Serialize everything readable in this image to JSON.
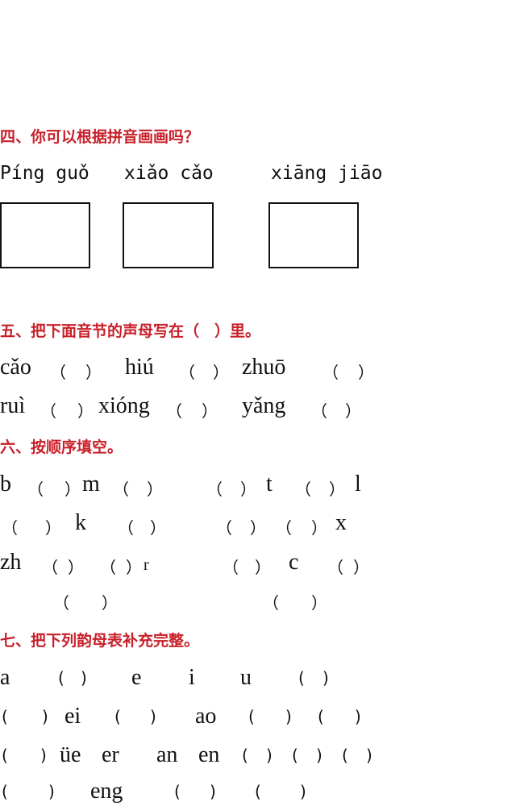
{
  "section4": {
    "title": "四、你可以根据拼音画画吗？",
    "words": [
      "Píng guǒ",
      "xiǎo cǎo",
      "xiāng jiāo"
    ]
  },
  "section5": {
    "title": "五、把下面音节的声母写在（　）里。",
    "row1": [
      "cǎo",
      "（",
      "）",
      "hiú",
      "（",
      "）",
      "zhuō",
      "（",
      "）"
    ],
    "row2": [
      "ruì",
      "（",
      "）",
      "xióng",
      "（",
      "）",
      "yǎng",
      "（",
      "）"
    ]
  },
  "section6": {
    "title": "六、按顺序填空。",
    "row1": [
      "b",
      "（",
      "）",
      "m",
      "（",
      "）",
      "（",
      "）",
      "t",
      "（",
      "）",
      "l"
    ],
    "row2": [
      "（",
      "）",
      "k",
      "（",
      "）",
      "（",
      "）",
      "（",
      "）",
      "x"
    ],
    "row3": [
      "zh",
      "（",
      "）",
      "（",
      "）",
      "r",
      "（",
      "）",
      "c",
      "（",
      "）"
    ],
    "row4": [
      "（",
      "）",
      "（",
      "）"
    ]
  },
  "section7": {
    "title": "七、把下列韵母表补充完整。",
    "row1": [
      "a",
      "(",
      ")",
      "e",
      "i",
      "u",
      "(",
      ")"
    ],
    "row2": [
      "(",
      ")",
      "ei",
      "(",
      ")",
      "ao",
      "(",
      ")",
      "(",
      ")"
    ],
    "row3": [
      "(",
      ")",
      "üe",
      "er",
      "an",
      "en",
      "(",
      ")",
      "(",
      ")",
      "(",
      ")"
    ],
    "row4": [
      "(",
      ")",
      "eng",
      "(",
      ")",
      "(",
      ")"
    ]
  }
}
